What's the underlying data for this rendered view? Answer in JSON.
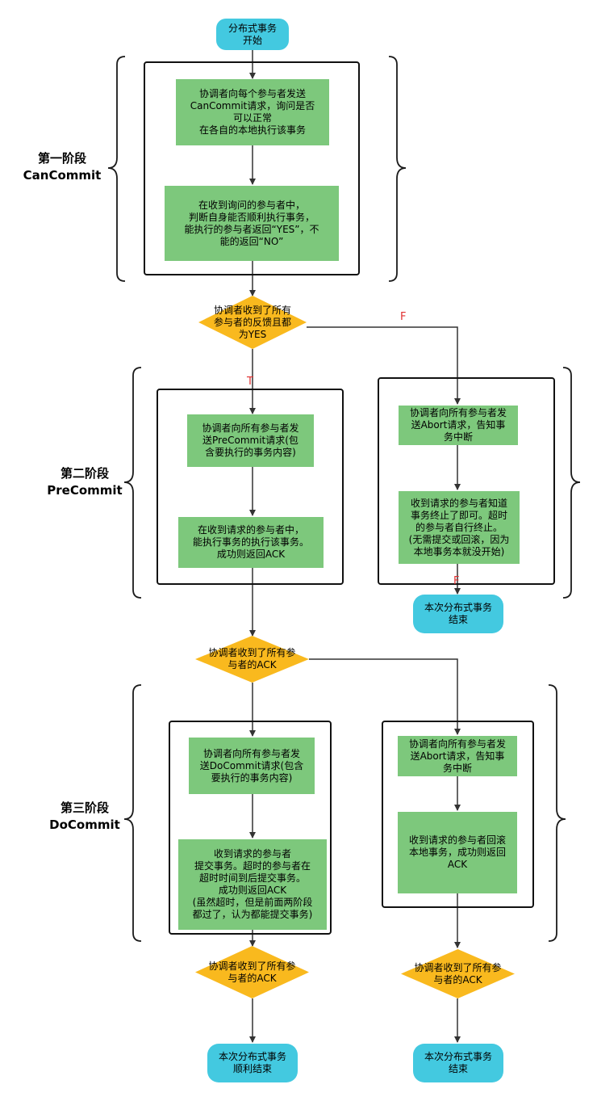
{
  "start": {
    "label": "分布式事务\n开始"
  },
  "phase1": {
    "title": "第一阶段\nCanCommit",
    "step1": "协调者向每个参与者发送\nCanCommit请求，询问是否\n可以正常\n在各自的本地执行该事务",
    "step2": "在收到询问的参与者中，\n判断自身能否顺利执行事务，\n能执行的参与者返回“YES”，不\n能的返回“NO”"
  },
  "decision1": {
    "label": "协调者收到了所有\n参与者的反馈且都\n为YES",
    "true_label": "T",
    "false_label": "F"
  },
  "phase2": {
    "title": "第二阶段\nPreCommit",
    "left_step1": "协调者向所有参与者发\n送PreCommit请求(包\n含要执行的事务内容)",
    "left_step2": "在收到请求的参与者中，\n能执行事务的执行该事务。\n成功则返回ACK",
    "right_step1": "协调者向所有参与者发\n送Abort请求，告知事\n务中断",
    "right_step2": "收到请求的参与者知道\n事务终止了即可。超时\n的参与者自行终止。\n(无需提交或回滚，因为\n本地事务本就没开始)",
    "right_flag": "F",
    "end": "本次分布式事务\n结束"
  },
  "decision2": {
    "label": "协调者收到了所有参\n与者的ACK"
  },
  "phase3": {
    "title": "第三阶段\nDoCommit",
    "left_step1": "协调者向所有参与者发\n送DoCommit请求(包含\n要执行的事务内容)",
    "left_step2": "收到请求的参与者\n提交事务。超时的参与者在\n超时时间到后提交事务。\n成功则返回ACK\n(虽然超时，但是前面两阶段\n都过了，认为都能提交事务)",
    "right_step1": "协调者向所有参与者发\n送Abort请求，告知事\n务中断",
    "right_step2": "收到请求的参与者回滚\n本地事务，成功则返回\nACK"
  },
  "decision3_left": {
    "label": "协调者收到了所有参\n与者的ACK"
  },
  "decision3_right": {
    "label": "协调者收到了所有参\n与者的ACK"
  },
  "end_left": {
    "label": "本次分布式事务\n顺利结束"
  },
  "end_right": {
    "label": "本次分布式事务\n结束"
  },
  "colors": {
    "terminal": "#43c9e0",
    "process": "#7dc87c",
    "decision": "#f9b91e",
    "flag": "#e03030",
    "line": "#333333"
  }
}
